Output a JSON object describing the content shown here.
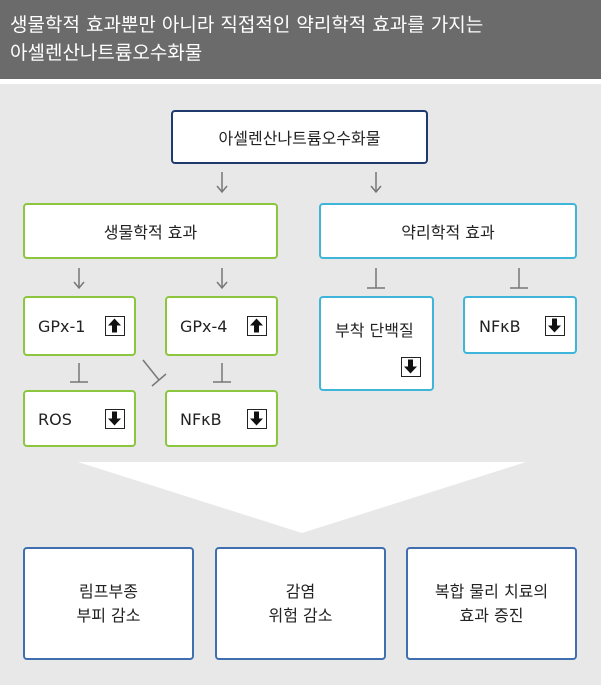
{
  "header": {
    "title_line1": "생물학적 효과뿐만 아니라 직접적인 약리학적 효과를 가지는",
    "title_line2": "아셀렌산나트륨오수화물"
  },
  "root": {
    "label": "아셀렌산나트륨오수화물"
  },
  "branches": {
    "biological": {
      "label": "생물학적 효과"
    },
    "pharmacological": {
      "label": "약리학적 효과"
    }
  },
  "nodes": {
    "gpx1": {
      "label": "GPx-1",
      "direction": "up"
    },
    "gpx4": {
      "label": "GPx-4",
      "direction": "up"
    },
    "ros": {
      "label": "ROS",
      "direction": "down"
    },
    "nfkb_bio": {
      "label": "NFκB",
      "direction": "down"
    },
    "adhesion": {
      "label": "부착 단백질",
      "direction": "down"
    },
    "nfkb_pharm": {
      "label": "NFκB",
      "direction": "down"
    }
  },
  "outcomes": [
    {
      "line1": "림프부종",
      "line2": "부피 감소"
    },
    {
      "line1": "감염",
      "line2": "위험 감소"
    },
    {
      "line1": "복합 물리 치료의",
      "line2": "효과 증진"
    }
  ],
  "colors": {
    "header_bg": "#6b6b6b",
    "panel_bg": "#e8e8e8",
    "root_border": "#1f3a6e",
    "biological_border": "#8cc63f",
    "pharmacological_border": "#3fb6d9",
    "outcome_border": "#3f6fb0"
  }
}
